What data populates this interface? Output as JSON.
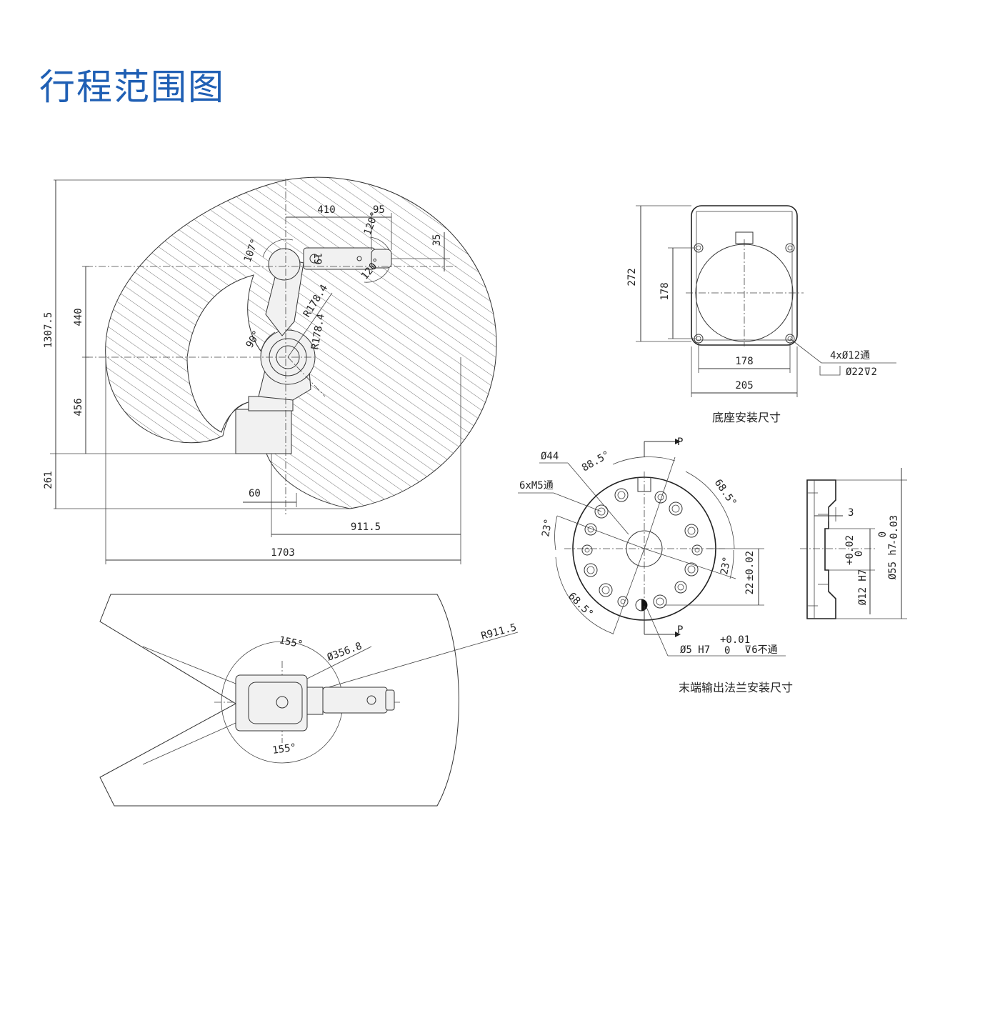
{
  "page_title": "行程范围图",
  "side_view": {
    "dims": {
      "d1307_5": "1307.5",
      "d440": "440",
      "d456": "456",
      "d261": "261",
      "d60": "60",
      "d911_5": "911.5",
      "d1703": "1703",
      "d410": "410",
      "d95": "95",
      "d35": "35",
      "d19": "19",
      "a107": "107°",
      "a120a": "120°",
      "a120b": "120°",
      "a90": "90°",
      "r178_4": "R178.4",
      "r178_4b": "R178.4"
    }
  },
  "top_view": {
    "dims": {
      "a155a": "155°",
      "a155b": "155°",
      "phi356_8": "Ø356.8",
      "r911_5": "R911.5"
    }
  },
  "base_view": {
    "dims": {
      "d272": "272",
      "d178v": "178",
      "d178h": "178",
      "d205": "205",
      "holes": "4xØ12通",
      "counterbore": "Ø22⊽2"
    },
    "caption": "底座安装尺寸"
  },
  "flange_view": {
    "dims": {
      "phi44": "Ø44",
      "a88_5": "88.5°",
      "a68_5a": "68.5°",
      "a68_5b": "68.5°",
      "m5": "6xM5通",
      "a23a": "23°",
      "a23b": "23°",
      "d22": "22",
      "tol22": "±0.02",
      "p_top": "P",
      "p_bot": "P",
      "phi5": "Ø5 H7",
      "tol5u": "+0.01",
      "tol5l": "0",
      "depth6": "⊽6不通",
      "d3": "3",
      "phi12": "Ø12 H7",
      "tol12u": "+0.02",
      "tol12l": "0",
      "phi55": "Ø55 h7",
      "tol55u": "0",
      "tol55l": "-0.03"
    },
    "caption": "末端输出法兰安装尺寸"
  }
}
